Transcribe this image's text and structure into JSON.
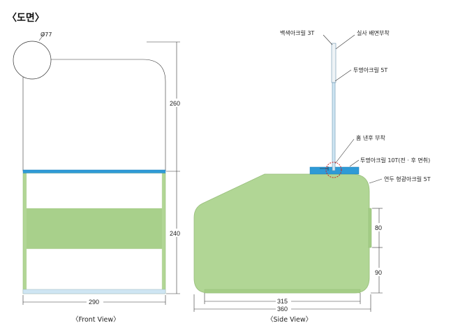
{
  "title": "〈도면〉",
  "front_view": {
    "caption": "〈Front View〉",
    "circle_label": "Ø77",
    "dims": {
      "height_top": "260",
      "height_bottom": "240",
      "width": "290"
    }
  },
  "side_view": {
    "caption": "〈Side View〉",
    "labels": {
      "white_acrylic": "백색아크릴 3T",
      "print_back": "실사 배면부착",
      "clear_acrylic": "투명아크릴 5T",
      "groove": "홈 낸후 부착",
      "clear_acrylic_10t": "투명아크릴 10T(전 · 후 면취)",
      "green_fluor": "연두 형광아크릴 5T"
    },
    "dims": {
      "d80": "80",
      "d90": "90",
      "d315": "315",
      "d360": "360"
    }
  },
  "colors": {
    "green": "#b1d695",
    "blue": "#2f9ad6",
    "light_blue": "#cfe6f3"
  }
}
